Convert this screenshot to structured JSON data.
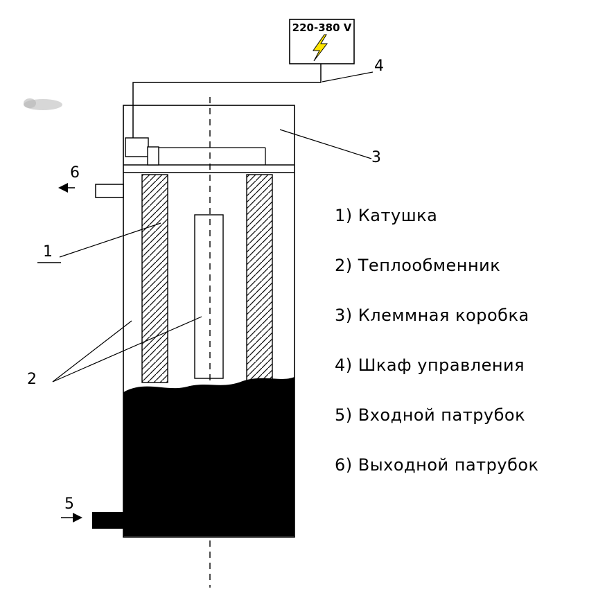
{
  "colors": {
    "line": "#000000",
    "liquid": "#000000",
    "lightning": "#ffe500",
    "background": "#ffffff"
  },
  "power_box": {
    "voltage_label": "220-380 V",
    "icon": "lightning-icon",
    "icon_glyph": "⚡"
  },
  "callouts": {
    "c1": "1",
    "c2": "2",
    "c3": "3",
    "c4": "4",
    "c5": "5",
    "c6": "6"
  },
  "legend": {
    "items": [
      {
        "text": "1) Катушка"
      },
      {
        "text": "2) Теплообменник"
      },
      {
        "text": "3) Клеммная коробка"
      },
      {
        "text": "4) Шкаф управления"
      },
      {
        "text": "5) Входной патрубок"
      },
      {
        "text": "6) Выходной патрубок"
      }
    ]
  }
}
